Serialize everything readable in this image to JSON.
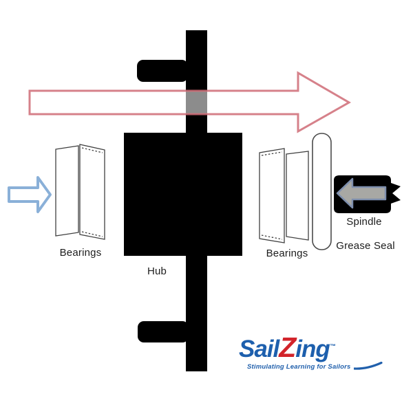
{
  "diagram": {
    "labels": {
      "bearings_left": "Bearings",
      "hub": "Hub",
      "bearings_right": "Bearings",
      "spindle": "Spindle",
      "grease_seal": "Grease Seal"
    },
    "icons": {
      "axial_flow": "large-right-arrow",
      "bearing_press_direction": "small-right-arrow",
      "spindle_insert_direction": "left-arrow"
    }
  },
  "logo": {
    "part1": "Sail",
    "part2": "Z",
    "part3": "ing",
    "trademark": "™",
    "tagline": "Stimulating Learning for Sailors"
  },
  "colors": {
    "structure": "#000000",
    "flow_arrow": "#cf6b76",
    "inward_arrow": "#8ab0d8",
    "spindle_arrow_fill": "#a8a8a4",
    "spindle_arrow_stroke": "#7e8fae",
    "plate_outline": "#3f3f3f",
    "logo_blue": "#1d5fad",
    "logo_red": "#d2232a"
  }
}
